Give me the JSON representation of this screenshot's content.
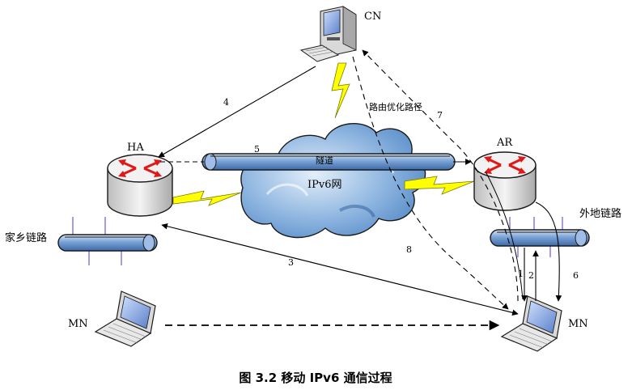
{
  "nodes": {
    "cn": "CN",
    "ha": "HA",
    "ar": "AR",
    "mn_left": "MN",
    "mn_right": "MN"
  },
  "labels": {
    "home_link": "家乡链路",
    "foreign_link": "外地链路",
    "tunnel": "隧道",
    "ipv6_net": "IPv6网",
    "route_opt": "路由优化路径"
  },
  "steps": {
    "s1": "1",
    "s2": "2",
    "s3": "3",
    "s4": "4",
    "s5": "5",
    "s6": "6",
    "s7": "7",
    "s8": "8"
  },
  "caption": "图 3.2 移动 IPv6 通信过程",
  "colors": {
    "pipe_blue": "#7aa3d6",
    "cloud_blue": "#6d9fd4",
    "lightning": "#ffff00",
    "router_red": "#e01818"
  }
}
